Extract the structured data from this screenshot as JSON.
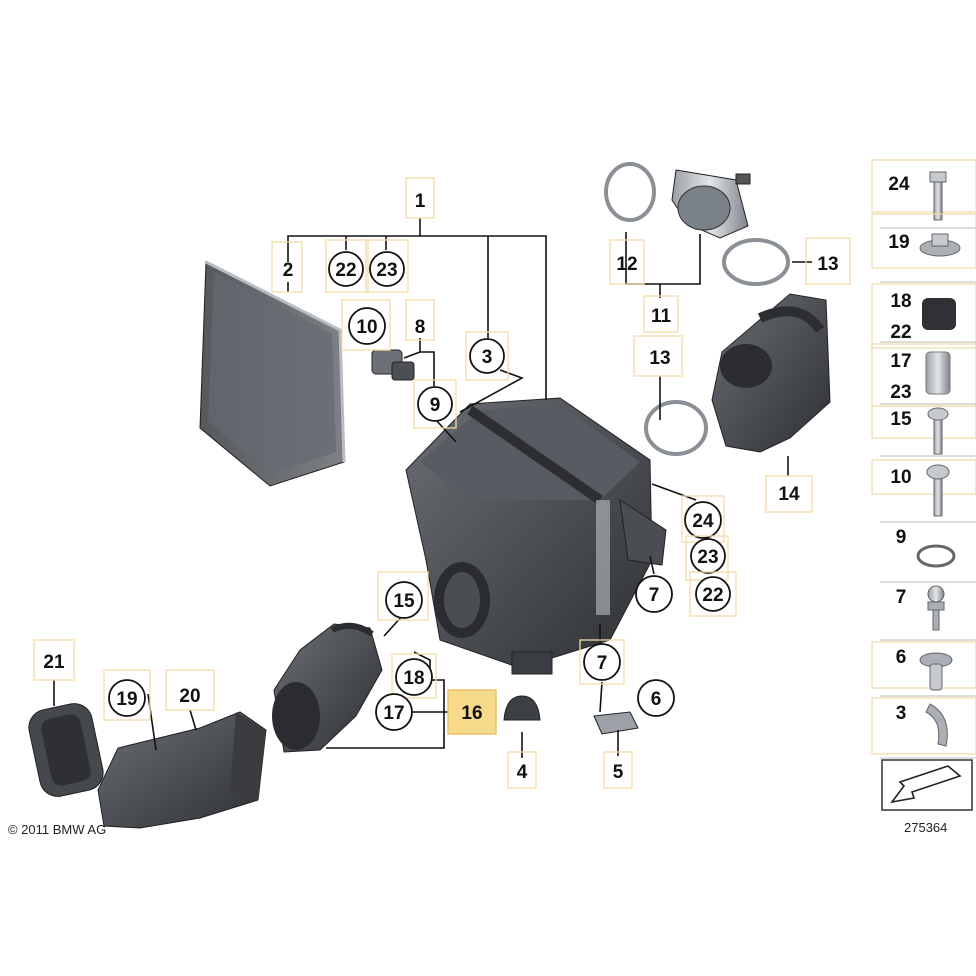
{
  "labels": {
    "l1": "1",
    "l2": "2",
    "l3": "3",
    "l4": "4",
    "l5": "5",
    "l6": "6",
    "l7a": "7",
    "l7b": "7",
    "l8": "8",
    "l9": "9",
    "l10": "10",
    "l11": "11",
    "l12": "12",
    "l13a": "13",
    "l13b": "13",
    "l14": "14",
    "l15": "15",
    "l16": "16",
    "l17": "17",
    "l18": "18",
    "l19": "19",
    "l20": "20",
    "l21": "21",
    "l22a": "22",
    "l22b": "22",
    "l23a": "23",
    "l23b": "23",
    "l24": "24"
  },
  "legend": [
    "24",
    "19",
    "18",
    "22",
    "17",
    "23",
    "15",
    "10",
    "9",
    "7",
    "6",
    "3"
  ],
  "footer": {
    "copyright": "© 2011 BMW AG",
    "diagram_number": "275364"
  },
  "colors": {
    "part_dark": "#3f4247",
    "part_mid": "#5a5e64",
    "part_light": "#8a8e94",
    "highlight_fill": "#f6d98a",
    "highlight_border": "#e9c46a"
  }
}
